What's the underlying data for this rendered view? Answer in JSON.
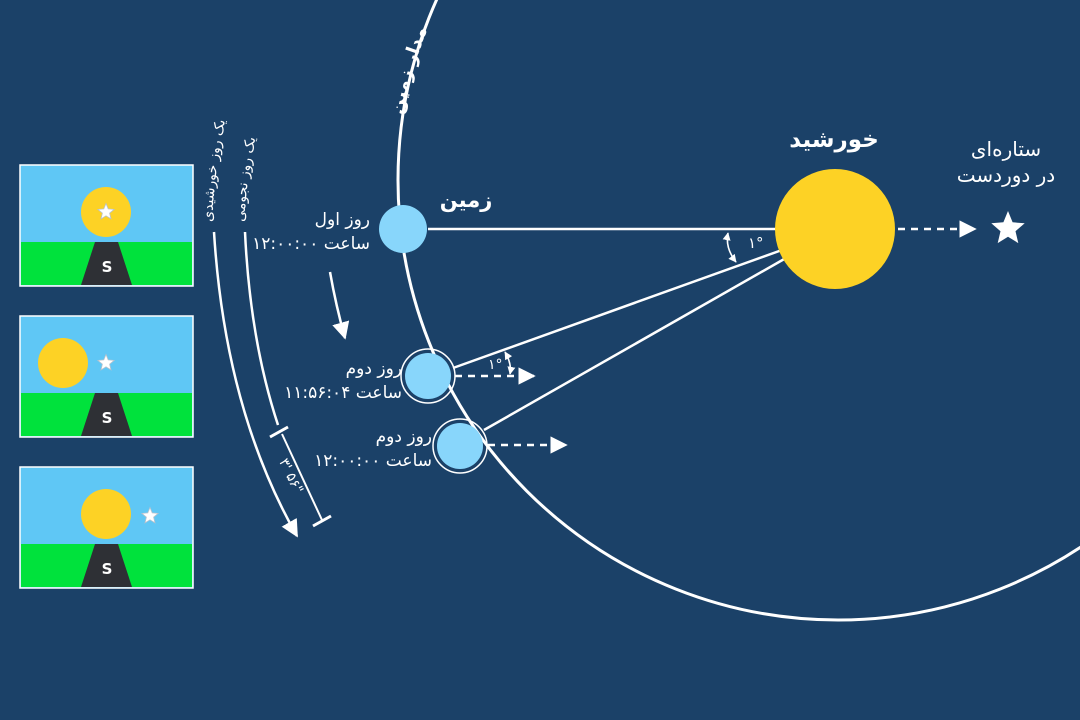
{
  "labels": {
    "sun": "خورشید",
    "earth": "زمین",
    "orbit": "مدار زمین",
    "distant_star_line1": "ستاره‌ای",
    "distant_star_line2": "در دوردست",
    "day1_title": "روز اول",
    "day1_time": "ساعت ۱۲:۰۰:۰۰",
    "day2a_title": "روز دوم",
    "day2a_time": "ساعت ۱۱:۵۶:۰۴",
    "day2b_title": "روز دوم",
    "day2b_time": "ساعت ۱۲:۰۰:۰۰",
    "angle_near_sun": "۱°",
    "angle_near_earth": "۱°",
    "sidereal_day": "یک روز نجومی",
    "solar_day": "یک روز خورشیدی",
    "time_difference": "۳' ۵۶\"",
    "panel_ground_letter": "S"
  },
  "panels": [
    {
      "sun_position": "center",
      "star_on_sun": true
    },
    {
      "sun_position": "left",
      "star_on_sun": false
    },
    {
      "sun_position": "center",
      "star_on_sun": false
    }
  ],
  "colors": {
    "background": "#1b4168",
    "sun": "#fdd225",
    "earth": "#88d6fb",
    "sky": "#5fc7f5",
    "grass": "#00e23c",
    "road": "#2e3035",
    "line": "#ffffff"
  }
}
